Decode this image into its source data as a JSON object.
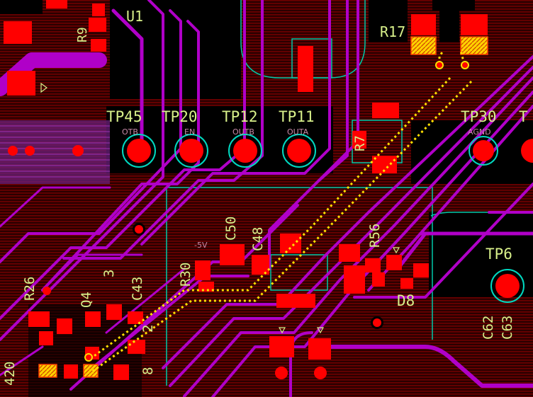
{
  "colors": {
    "background": "#2a0000",
    "copper_hatch": "#7a0000",
    "pad": "#ff0000",
    "trace": "#b000c8",
    "silkscreen": "#d8f08a",
    "outline": "#00c8a8",
    "highlight_pad": "#ffd200",
    "selected_trace": "#ffe000",
    "via_ring": "#00d8c0"
  },
  "labels": {
    "u1": "U1",
    "r9": "R9",
    "r17": "R17",
    "tp45": "TP45",
    "tp20": "TP20",
    "tp12": "TP12",
    "tp11": "TP11",
    "tp30": "TP30",
    "tp_cut": "T",
    "tp6": "TP6",
    "c50": "C50",
    "c48": "C48",
    "r56": "R56",
    "r30": "R30",
    "d8": "D8",
    "c43": "C43",
    "q4": "Q4",
    "r26": "R26",
    "r3": "3",
    "r27": "R7",
    "c62": "C62",
    "c63": "C63",
    "net_otb": "OTB",
    "net_en": "EN",
    "net_outb": "OUTB",
    "net_outa": "OUTA",
    "net_agnd": "AGND",
    "net_5v": "-5V",
    "lbl_420": "420",
    "lbl_8": "8",
    "lbl_2": "2"
  }
}
